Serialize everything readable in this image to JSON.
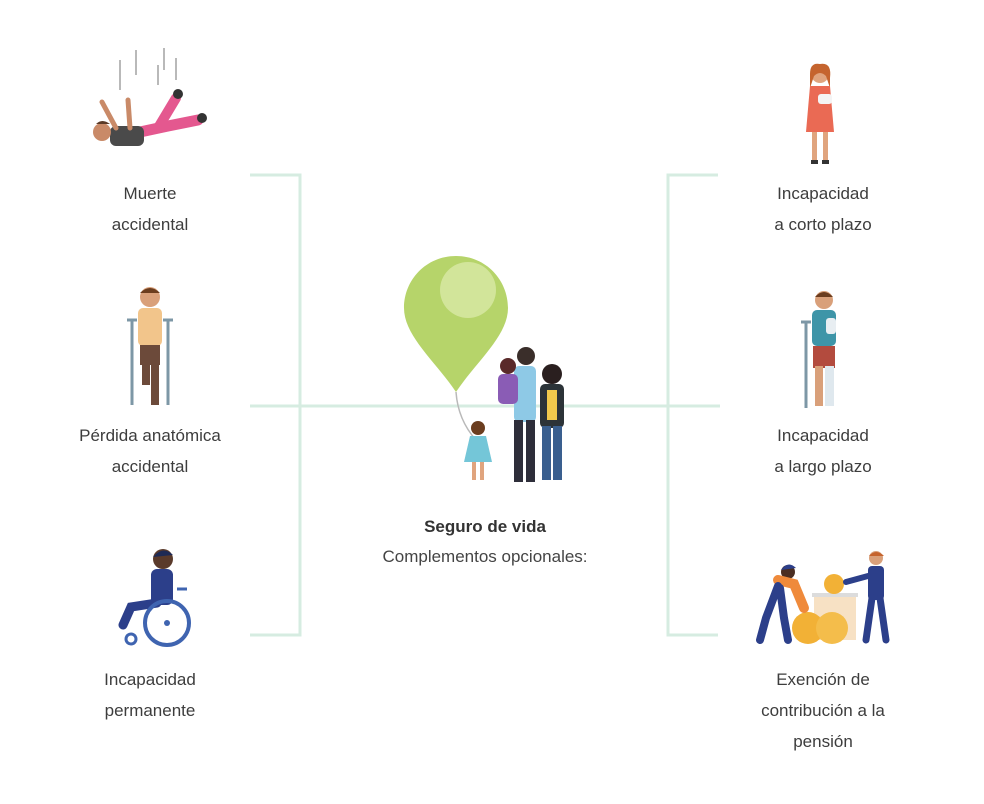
{
  "center": {
    "title": "Seguro de vida",
    "subtitle": "Complementos opcionales:"
  },
  "left_items": [
    {
      "line1": "Muerte",
      "line2": "accidental",
      "icon": "falling-person-icon"
    },
    {
      "line1": "Pérdida anatómica",
      "line2": "accidental",
      "icon": "person-with-crutches-icon"
    },
    {
      "line1": "Incapacidad",
      "line2": "permanente",
      "icon": "wheelchair-user-icon"
    }
  ],
  "right_items": [
    {
      "line1": "Incapacidad",
      "line2": "a corto plazo",
      "icon": "woman-with-arm-sling-icon"
    },
    {
      "line1": "Incapacidad",
      "line2": "a largo plazo",
      "icon": "man-with-cast-and-crutch-icon"
    },
    {
      "line1": "Exención de",
      "line2": "contribución a la",
      "line3": "pensión",
      "icon": "coins-workers-icon"
    }
  ],
  "colors": {
    "connector": "#d6ece1",
    "balloon": "#b6d46a",
    "text": "#3d3d3d"
  }
}
